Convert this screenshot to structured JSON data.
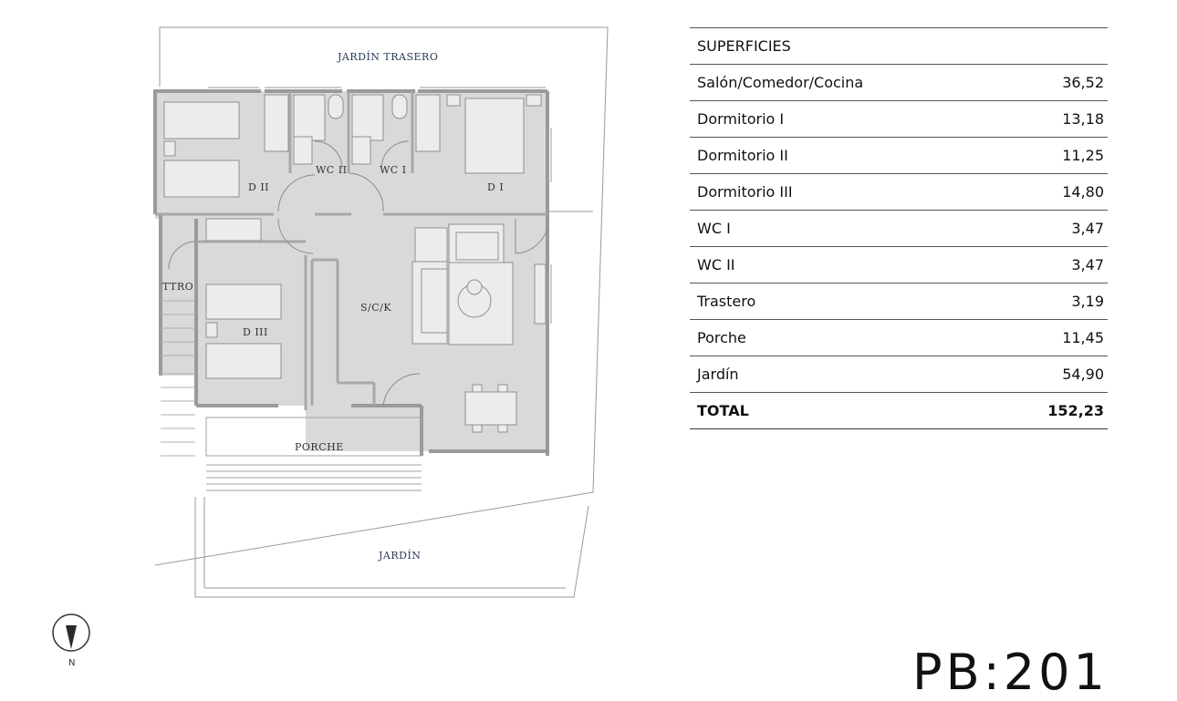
{
  "plan": {
    "labels": {
      "jardin_trasero": "JARDÍN TRASERO",
      "d2": "D II",
      "wc2": "WC II",
      "wc1": "WC I",
      "d1": "D I",
      "ttro": "TTRO",
      "d3": "D III",
      "sck": "S/C/K",
      "porche": "PORCHE",
      "jardin": "JARDÍN"
    },
    "compass_label": "N"
  },
  "areas": {
    "title": "SUPERFICIES",
    "rows": [
      {
        "name": "Salón/Comedor/Cocina",
        "value": "36,52"
      },
      {
        "name": "Dormitorio I",
        "value": "13,18"
      },
      {
        "name": "Dormitorio II",
        "value": "11,25"
      },
      {
        "name": "Dormitorio III",
        "value": "14,80"
      },
      {
        "name": "WC I",
        "value": "3,47"
      },
      {
        "name": "WC II",
        "value": "3,47"
      },
      {
        "name": "Trastero",
        "value": "3,19"
      },
      {
        "name": "Porche",
        "value": "11,45"
      },
      {
        "name": "Jardín",
        "value": "54,90"
      }
    ],
    "total": {
      "name": "TOTAL",
      "value": "152,23"
    }
  },
  "unit_code": "PB:201",
  "colors": {
    "floor": "#d9d9d9",
    "wall": "#bdbdbd",
    "line": "#8a8a8a"
  }
}
